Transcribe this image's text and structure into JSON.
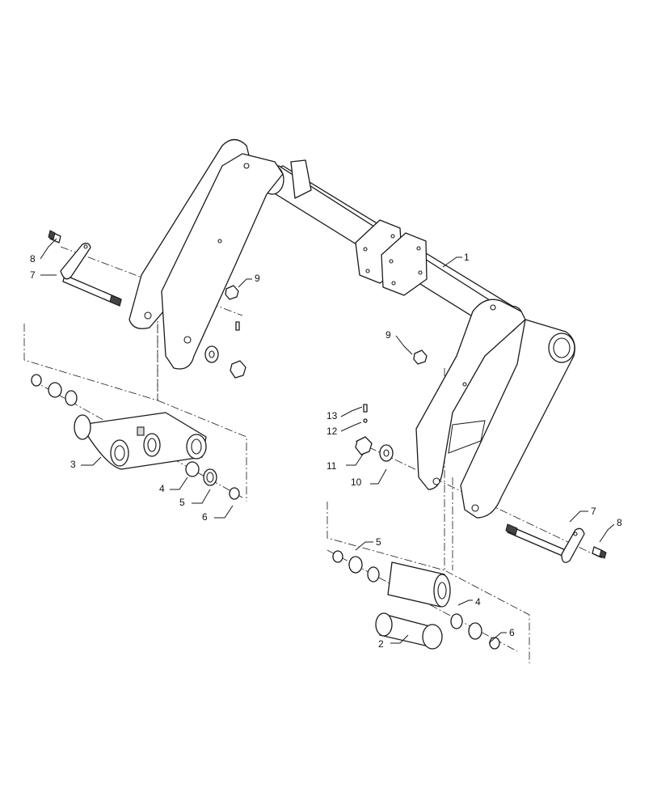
{
  "callouts": {
    "c1": "1",
    "c2": "2",
    "c3": "3",
    "c4_left": "4",
    "c4_right": "4",
    "c5_left": "5",
    "c5_right": "5",
    "c6_left": "6",
    "c6_right": "6",
    "c7_left": "7",
    "c7_right": "7",
    "c8_left": "8",
    "c8_right": "8",
    "c9_left": "9",
    "c9_right": "9",
    "c10": "10",
    "c11": "11",
    "c12": "12",
    "c13": "13"
  },
  "colors": {
    "line": "#1a1a1a",
    "shade": "#d9d9d9",
    "background": "#ffffff"
  }
}
